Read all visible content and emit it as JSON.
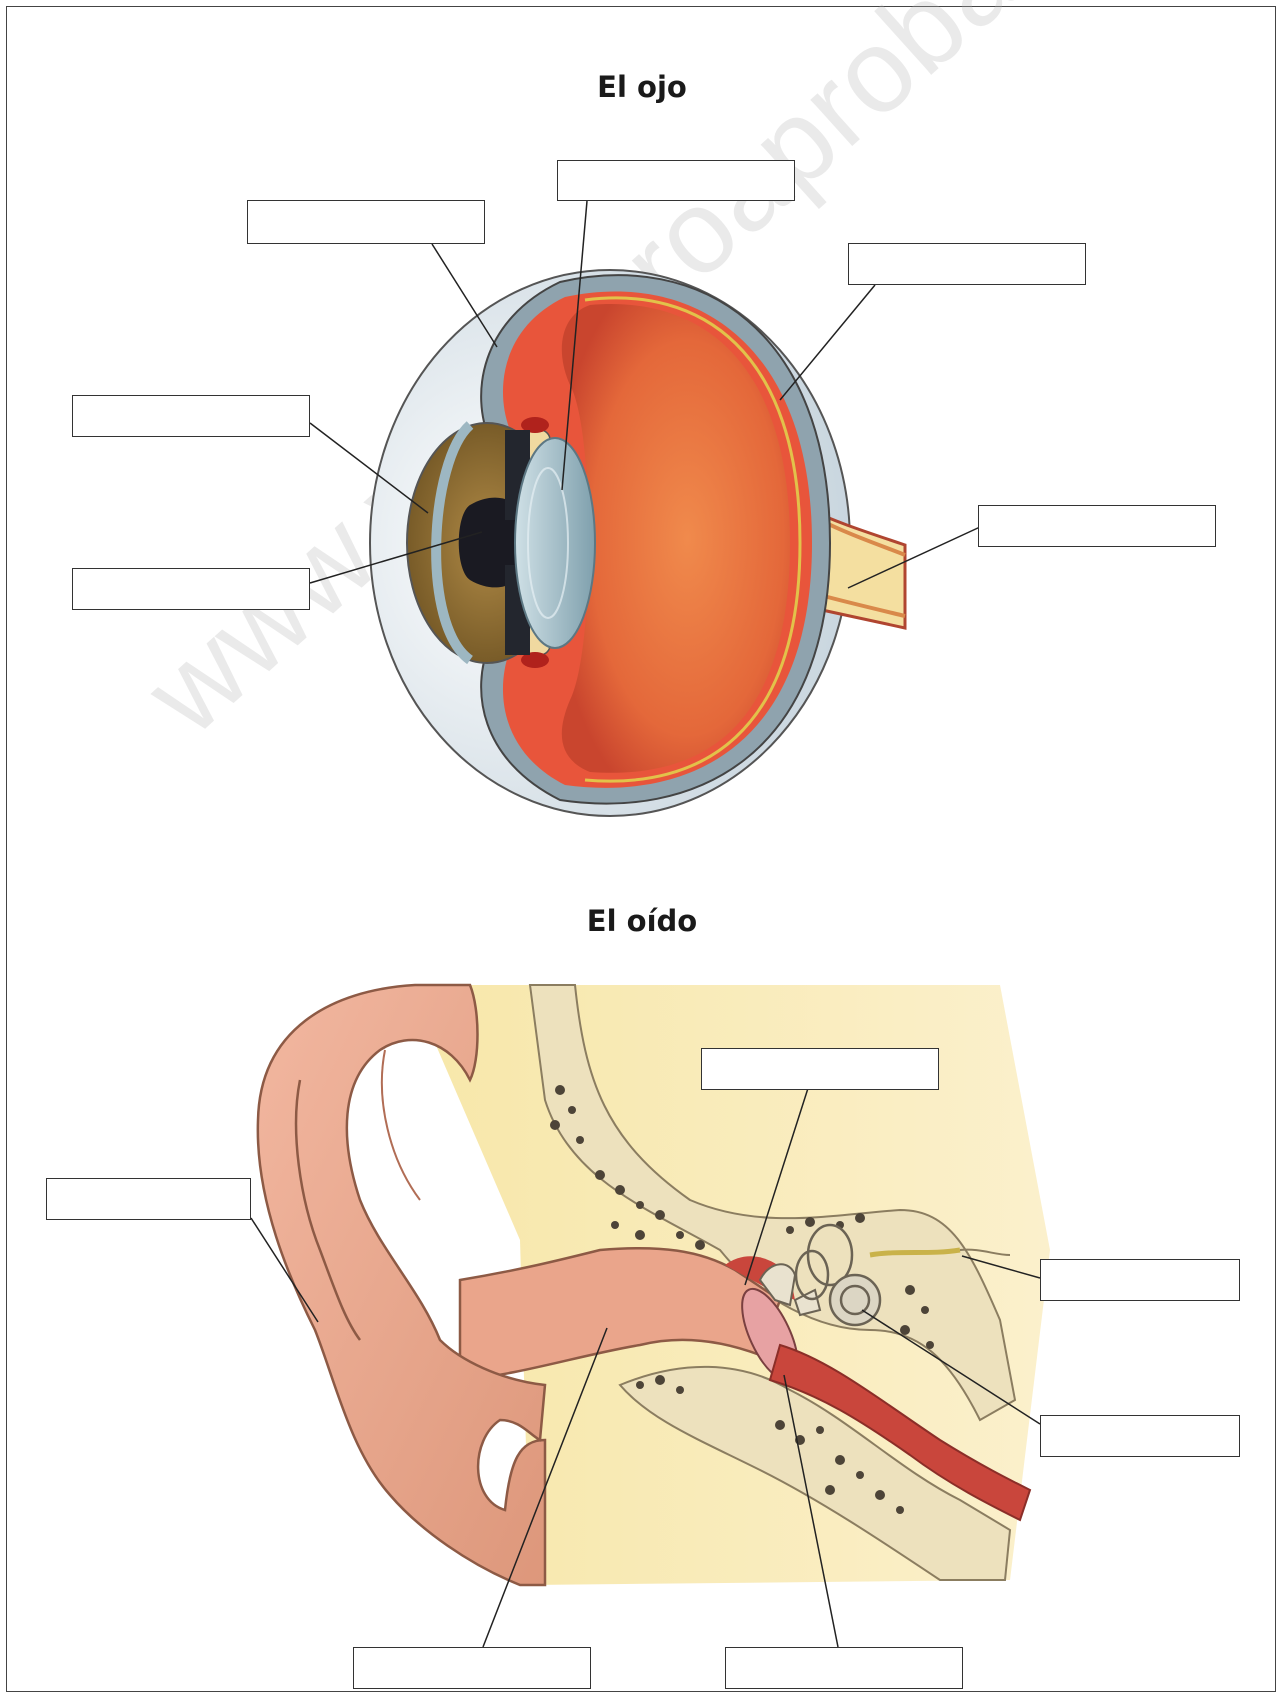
{
  "titles": {
    "eye": "El ojo",
    "ear": "El oído"
  },
  "watermark": "www.yoquieroaprobar.es",
  "colors": {
    "sclera": "#e3eaf0",
    "choroid": "#e8553b",
    "vitreous": "#ea7a40",
    "iris": "#8a6a2c",
    "lens": "#a8c4cf",
    "optic_nerve": "#f4dfa0",
    "skin": "#e9a88d",
    "tissue": "#f6e6a8",
    "bone": "#ece0bc",
    "canal_red": "#c9463c"
  }
}
